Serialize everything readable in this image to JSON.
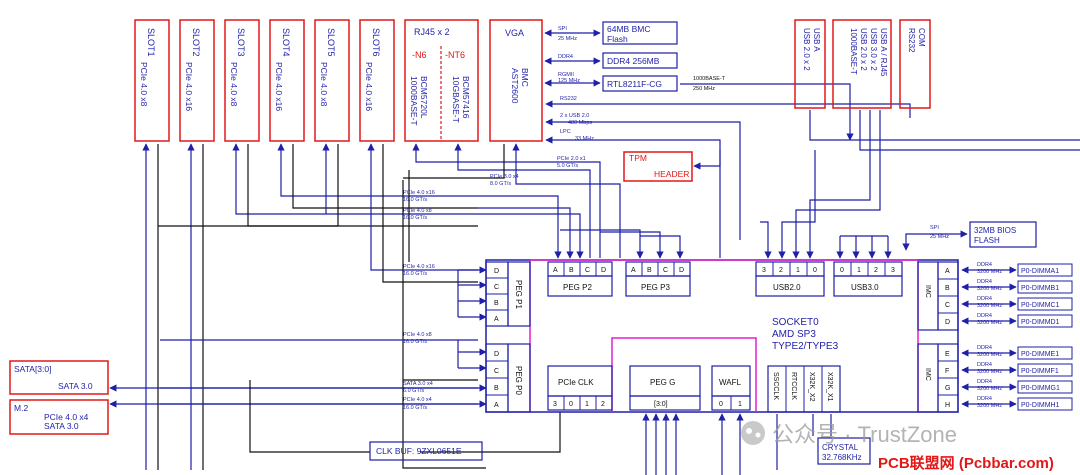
{
  "slots": [
    {
      "name": "SLOT1",
      "spec": "PCIe 4.0 x8"
    },
    {
      "name": "SLOT2",
      "spec": "PCIe 4.0 x16"
    },
    {
      "name": "SLOT3",
      "spec": "PCIe 4.0 x8"
    },
    {
      "name": "SLOT4",
      "spec": "PCIe 4.0 x16"
    },
    {
      "name": "SLOT5",
      "spec": "PCIe 4.0 x8"
    },
    {
      "name": "SLOT6",
      "spec": "PCIe 4.0 x16"
    }
  ],
  "rj45": {
    "title": "RJ45 x 2",
    "n6": "-N6",
    "nt6": "-NT6",
    "chip1a": "BCM5720L",
    "chip1b": "1000BASE-T",
    "chip2a": "BCM57416",
    "chip2b": "10GBASE-T"
  },
  "vga": {
    "title": "VGA",
    "bmc": "BMC",
    "bmc_chip": "AST2600"
  },
  "bmc_links": {
    "spi": "SPI",
    "spi_speed": "25 MHz",
    "flash1": "64MB BMC",
    "flash2": "Flash",
    "ddr4": "DDR4",
    "ddr": "DDR4 256MB",
    "rgmii": "RGMII",
    "rgmii_speed": "125 MHz",
    "phy": "RTL8211F-CG",
    "phy_speed1": "1000BASE-T",
    "phy_speed2": "250 MHz",
    "rs232": "RS232",
    "usb2": "2 x USB 2.0",
    "usb2_speed": "480 Mbps",
    "lpc": "LPC",
    "lpc_speed": "33 MHz"
  },
  "usb_boxes": [
    {
      "lines": [
        "USB A",
        "USB 2.0 x 2"
      ]
    },
    {
      "lines": [
        "USB A / RJ45",
        "USB 3.0 x 2",
        "USB 2.0 x 2",
        "1000BASE-T"
      ]
    },
    {
      "lines": [
        "COM",
        "RS232"
      ]
    }
  ],
  "tpm": {
    "t1": "TPM",
    "t2": "HEADER"
  },
  "bios": {
    "spi": "SPI",
    "speed": "25 MHz",
    "t1": "32MB BIOS",
    "t2": "FLASH"
  },
  "links": {
    "pcie20x1": "PCIe 2.0 x1",
    "pcie20x1_s": "5.0 GT/s",
    "pcie30x4": "PCIe 3.0 x4",
    "pcie30x4_s": "8.0 GT/s",
    "pcie40x16a": "PCIe 4.0 x16",
    "pcie40x16a_s": "16.0 GT/s",
    "pcie40x8a": "PCIe 4.0 x8",
    "pcie40x8a_s": "16.0 GT/s",
    "pcie40x16b": "PCIe 4.0 x16",
    "pcie40x16b_s": "16.0 GT/s",
    "pcie40x8b": "PCIe 4.0 x8",
    "pcie40x8b_s": "16.0 GT/s",
    "sata30x4": "SATA 3.0 x4",
    "sata30x4_s": "6.0 GT/s",
    "pcie40x4": "PCIe 4.0 x4",
    "pcie40x4_s": "16.0 GT/s"
  },
  "cpu": {
    "line1": "SOCKET0",
    "line2": "AMD SP3",
    "line3": "TYPE2/TYPE3",
    "peg_p1": "PEG P1",
    "peg_p0": "PEG P0",
    "peg_p2": "PEG P2",
    "peg_p3": "PEG P3",
    "usb20": "USB2.0",
    "usb30": "USB3.0",
    "pcie_clk": "PCIe CLK",
    "peg_g": "PEG G",
    "peg_g_bits": "[3:0]",
    "wafl": "WAFL",
    "ssclk": "SSCCLK",
    "rtcclk": "RTCCLK",
    "x32k2": "X32K_X2",
    "x32k1": "X32K_X1",
    "imc": "IMC",
    "lane_labels": [
      "A",
      "B",
      "C",
      "D"
    ],
    "p1_lanes": [
      "D",
      "C",
      "B",
      "A"
    ],
    "p0_lanes": [
      "D",
      "C",
      "B",
      "A"
    ],
    "usb2_ports": [
      "3",
      "2",
      "1",
      "0"
    ],
    "usb3_ports": [
      "0",
      "1",
      "2",
      "3"
    ],
    "clk_ports": [
      "3",
      "0",
      "1",
      "2"
    ],
    "wafl_ports": [
      "0",
      "1"
    ],
    "imc_a": [
      "A",
      "B",
      "C",
      "D"
    ],
    "imc_b": [
      "E",
      "F",
      "G",
      "H"
    ]
  },
  "dimms": {
    "ddr4": "DDR4",
    "speed": "3200 MHz",
    "names": [
      "P0-DIMMA1",
      "P0-DIMMB1",
      "P0-DIMMC1",
      "P0-DIMMD1",
      "P0-DIMME1",
      "P0-DIMMF1",
      "P0-DIMMG1",
      "P0-DIMMH1"
    ]
  },
  "sata": {
    "t1": "SATA[3:0]",
    "t2": "SATA 3.0"
  },
  "m2": {
    "t1": "M.2",
    "t2": "PCIe 4.0 x4",
    "t3": "SATA 3.0"
  },
  "clkbuf": "CLK BUF: 9ZXL0651E",
  "crystal": {
    "t1": "CRYSTAL",
    "t2": "32.768KHz"
  },
  "watermark": "公众号 · TrustZone",
  "footer": "PCB联盟网 (Pcbbar.com)",
  "colors": {
    "blue": "#1f1fa8",
    "red": "#e01818",
    "magenta": "#e020d0",
    "black": "#111111"
  }
}
